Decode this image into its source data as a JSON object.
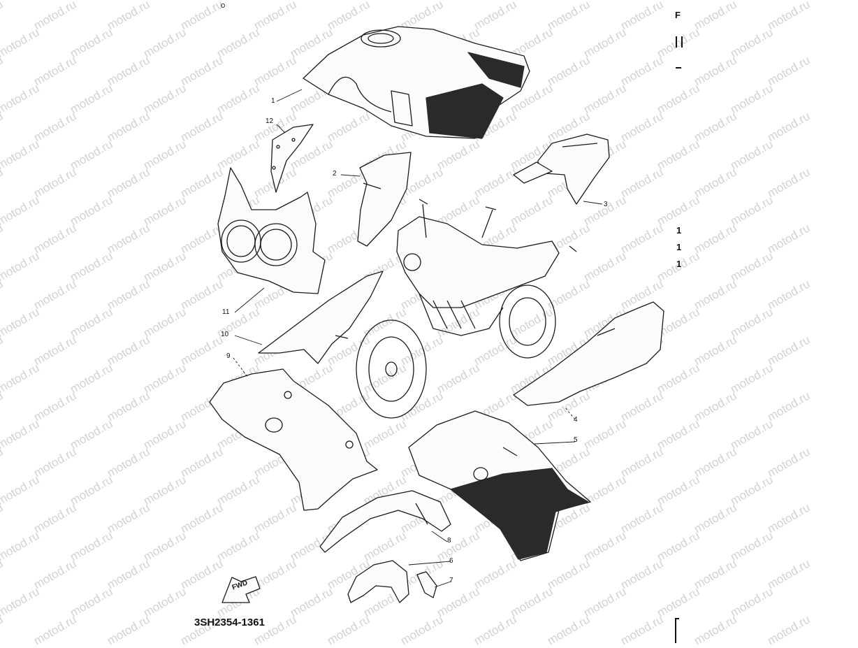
{
  "diagram": {
    "watermark": "motod.ru",
    "catalog_code": "3SH2354-1361",
    "fwd_label": "FWD",
    "callouts": [
      "1",
      "12",
      "2",
      "3",
      "11",
      "10",
      "9",
      "4",
      "5",
      "8",
      "6",
      "7"
    ],
    "edge_marks": [
      "F",
      "1",
      "1",
      "1"
    ],
    "colors": {
      "line": "#1a1a1a",
      "shade": "#2a2a2a",
      "watermark": "#d2d2d2"
    }
  }
}
